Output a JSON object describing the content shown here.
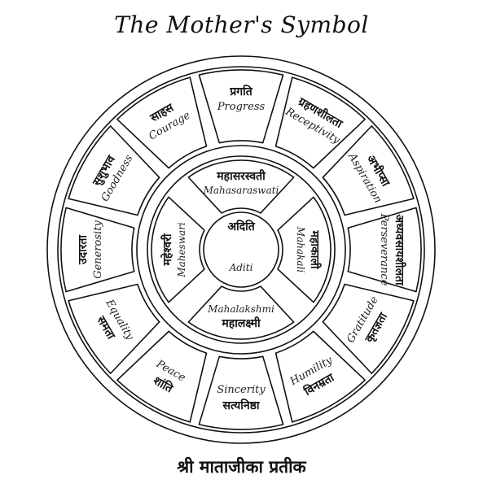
{
  "title": "The Mother's Symbol",
  "caption": "श्री माताजीका प्रतीक",
  "center": {
    "devanagari": "अदिति",
    "latin": "Aditi"
  },
  "inner_petals": [
    {
      "devanagari": "महासरस्वती",
      "latin": "Mahasaraswati"
    },
    {
      "devanagari": "महाकाली",
      "latin": "Mahakali"
    },
    {
      "devanagari": "महालक्ष्मी",
      "latin": "Mahalakshmi"
    },
    {
      "devanagari": "महेश्वरी",
      "latin": "Maheswari"
    }
  ],
  "outer_petals": [
    {
      "devanagari": "प्रगति",
      "latin": "Progress"
    },
    {
      "devanagari": "ग्रहणशीलता",
      "latin": "Receptivity"
    },
    {
      "devanagari": "अभीप्सा",
      "latin": "Aspiration"
    },
    {
      "devanagari": "अध्यवसायशीलता",
      "latin": "Perseverance"
    },
    {
      "devanagari": "कृतज्ञता",
      "latin": "Gratitude"
    },
    {
      "devanagari": "विनम्रता",
      "latin": "Humility"
    },
    {
      "devanagari": "सत्यनिष्ठा",
      "latin": "Sincerity"
    },
    {
      "devanagari": "शांति",
      "latin": "Peace"
    },
    {
      "devanagari": "समता",
      "latin": "Equality"
    },
    {
      "devanagari": "उदारता",
      "latin": "Generosity"
    },
    {
      "devanagari": "सुशुभाव",
      "latin": "Goodness"
    },
    {
      "devanagari": "साहस",
      "latin": "Courage"
    }
  ]
}
